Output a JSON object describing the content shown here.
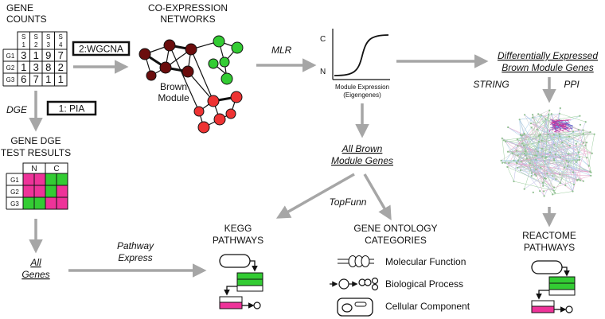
{
  "colors": {
    "arrow": "#a6a6a6",
    "brown": "#6b0d0d",
    "green": "#33cc33",
    "red": "#ee3333",
    "magenta": "#ee3399",
    "black": "#111111"
  },
  "gene_counts": {
    "title_line1": "GENE",
    "title_line2": "COUNTS",
    "col_headers": [
      [
        "S",
        "1"
      ],
      [
        "S",
        "2"
      ],
      [
        "S",
        "3"
      ],
      [
        "S",
        "4"
      ]
    ],
    "rows": [
      {
        "label": "G1",
        "values": [
          "3",
          "1",
          "9",
          "7"
        ]
      },
      {
        "label": "G2",
        "values": [
          "1",
          "3",
          "8",
          "2"
        ]
      },
      {
        "label": "G3",
        "values": [
          "6",
          "7",
          "1",
          "1"
        ]
      }
    ]
  },
  "wgcna_box": "2:WGCNA",
  "pia_box": "1: PIA",
  "dge_label": "DGE",
  "coexpr": {
    "title_line1": "CO-EXPRESSION",
    "title_line2": "NETWORKS",
    "brown_line1": "Brown",
    "brown_line2": "Module"
  },
  "mlr_label": "MLR",
  "eigen_plot": {
    "y_top": "C",
    "y_bottom": "N",
    "xlabel_line1": "Module Expression",
    "xlabel_line2": "(Eigengenes)"
  },
  "diff_expr": {
    "line1": "Differentially Expressed",
    "line2": "Brown Module Genes"
  },
  "string_label": "STRING",
  "ppi_label": "PPI",
  "dge_results": {
    "title_line1": "GENE DGE",
    "title_line2": "TEST RESULTS",
    "col_headers": [
      "N",
      "C"
    ],
    "rows": [
      "G1",
      "G2",
      "G3"
    ]
  },
  "all_brown": {
    "line1": "All Brown",
    "line2": "Module Genes"
  },
  "topfunn_label": "TopFunn",
  "all_genes": {
    "line1": "All",
    "line2": "Genes"
  },
  "pathway_express": {
    "line1": "Pathway",
    "line2": "Express"
  },
  "kegg": {
    "line1": "KEGG",
    "line2": "PATHWAYS"
  },
  "go": {
    "line1": "GENE ONTOLOGY",
    "line2": "CATEGORIES",
    "items": [
      "Molecular Function",
      "Biological Process",
      "Cellular Component"
    ]
  },
  "reactome": {
    "line1": "REACTOME",
    "line2": "PATHWAYS"
  }
}
